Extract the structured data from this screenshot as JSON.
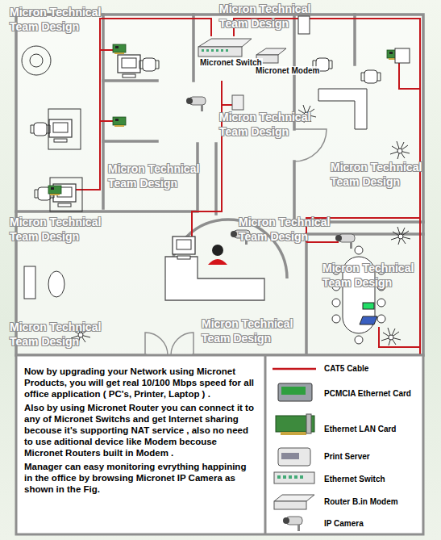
{
  "diagram": {
    "nodes": [
      {
        "text": [
          "Now by upgrading your Network using Micronet Products, you will get real 10/100 Mbps speed for all office application ( PC's, Printer, Laptop ) .",
          "Also by using Micronet Router you can connect it to any of Micronet Switchs and get Internet sharing becouse it's supporting NAT service , also no need to use aditional device like Modem becouse Micronet Routers built in Modem .",
          "Manager can easy monitoring evrything happining in the office by browsing Micronet IP Camera as shown in the Fig."
        ]
      }
    ],
    "labels": [
      "Micronet Switch",
      "Micronet Modem",
      "Micron Technical Team Design",
      "Micron Technical Team Design",
      "Micron Technical Team Design",
      "Micron Technical Team Design",
      "Micron Technical Team Design",
      "Micron Technical Team Design",
      "Micron Technical Team Design",
      "Micron Technical Team Design",
      "Micron Technical Team Design",
      "Micron Technical Team Design"
    ],
    "legend": [
      {
        "text": "CAT5 Cable"
      },
      {
        "text": "PCMCIA Ethernet Card"
      },
      {
        "text": "Ethernet LAN Card"
      },
      {
        "text": "Print Server"
      },
      {
        "text": "Ethernet Switch"
      },
      {
        "text": "Router B.in Modem"
      },
      {
        "text": "IP Camera"
      }
    ]
  }
}
